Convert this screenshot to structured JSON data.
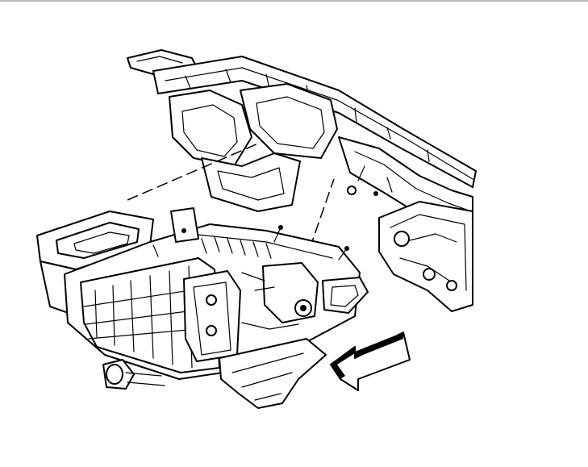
{
  "illustration": {
    "parts": [
      "instrument-panel-carrier",
      "hvac-module-assembly",
      "removal-direction-arrow"
    ],
    "line_color": "#000000",
    "background": "#ffffff"
  }
}
